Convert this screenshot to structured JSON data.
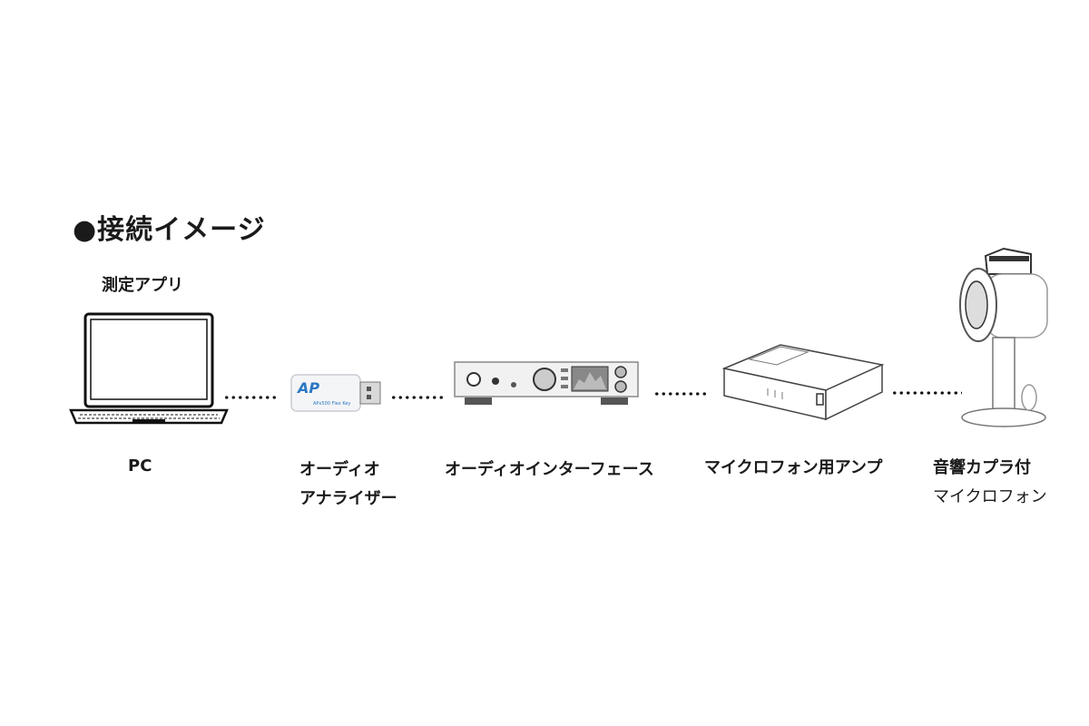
{
  "title": "●接続イメージ",
  "app_label": "測定アプリ",
  "devices": {
    "pc": {
      "label": "PC"
    },
    "analyzer": {
      "label_line1": "オーディオ",
      "label_line2": "アナライザー",
      "badge": "AP",
      "key_text": "APx500 Flex Key"
    },
    "interface": {
      "label": "オーディオインターフェース"
    },
    "amp": {
      "label": "マイクロフォン用アンプ"
    },
    "microphone": {
      "label_line1": "音響カプラ付",
      "label_line2": "マイクロフォン"
    }
  },
  "colors": {
    "ink": "#1a1a1a",
    "accent": "#2a78c4"
  }
}
